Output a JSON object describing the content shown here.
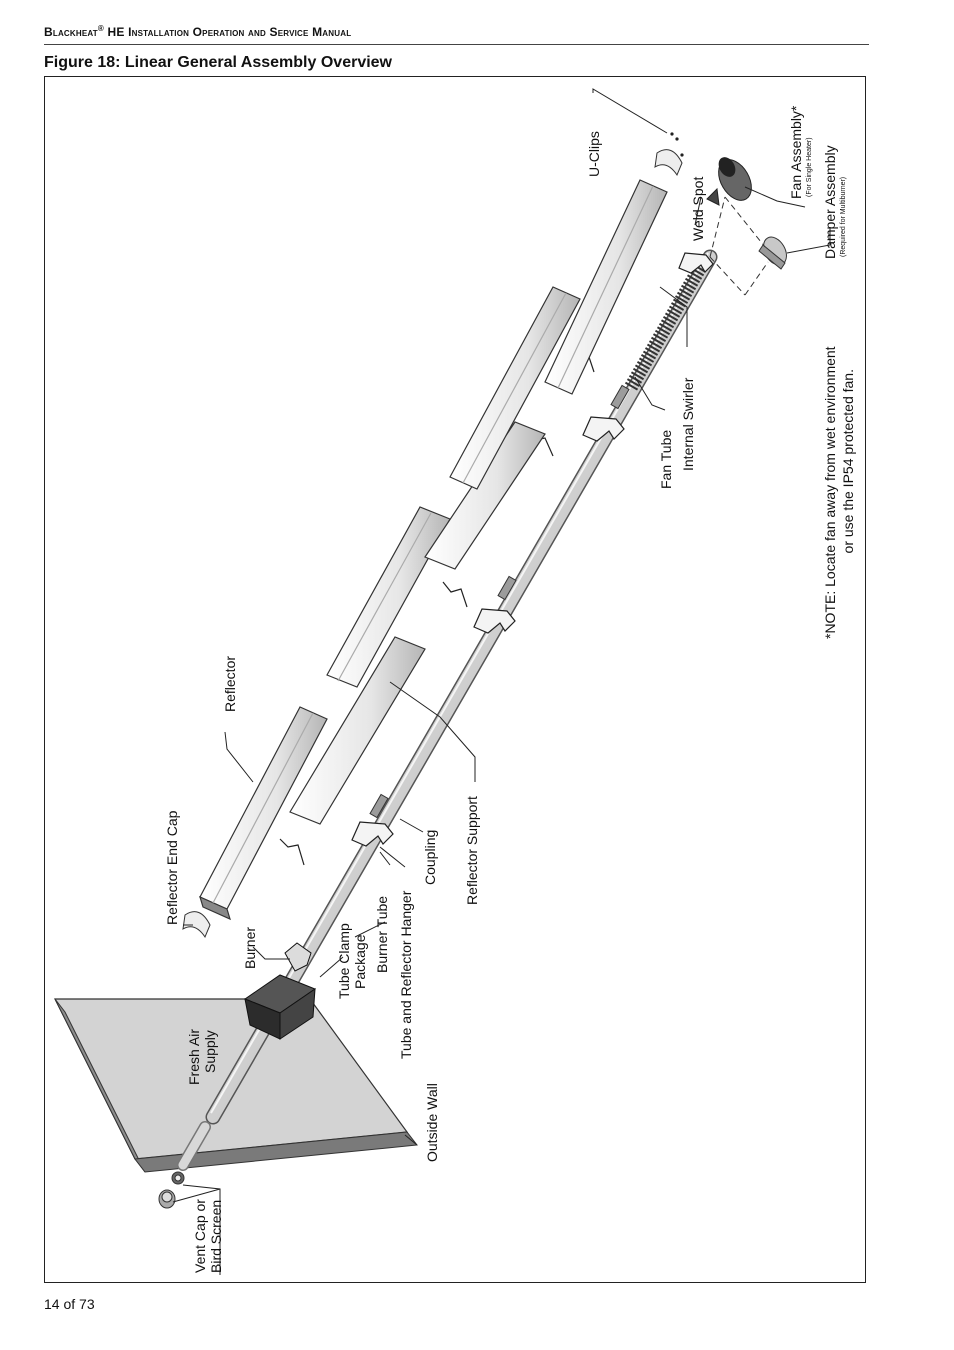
{
  "header": {
    "brand": "Blackheat",
    "reg": "®",
    "title_rest": " HE Installation Operation and Service Manual"
  },
  "figure": {
    "title": "Figure 18: Linear General Assembly Overview"
  },
  "labels": {
    "vent_cap_1": "Vent Cap or",
    "vent_cap_2": "Bird Screen",
    "fresh_air_1": "Fresh Air",
    "fresh_air_2": "Supply",
    "outside_wall": "Outside Wall",
    "burner": "Burner",
    "tube_clamp_1": "Tube Clamp",
    "tube_clamp_2": "Package",
    "burner_tube": "Burner Tube",
    "tube_reflector_hanger": "Tube and Reflector Hanger",
    "coupling": "Coupling",
    "reflector_support": "Reflector Support",
    "reflector_end_cap": "Reflector End Cap",
    "reflector": "Reflector",
    "fan_tube": "Fan Tube",
    "internal_swirler": "Internal Swirler",
    "u_clips": "U-Clips",
    "weld_spot": "Weld Spot",
    "fan_assembly": "Fan Assembly*",
    "fan_assembly_sub": "(For Single Heater)",
    "damper_assembly": "Damper Assembly",
    "damper_assembly_sub": "(Required for Multiburner)",
    "note_1": "*NOTE: Locate fan away from wet environment",
    "note_2": "or use the IP54 protected fan."
  },
  "footer": {
    "page": "14 of 73"
  }
}
